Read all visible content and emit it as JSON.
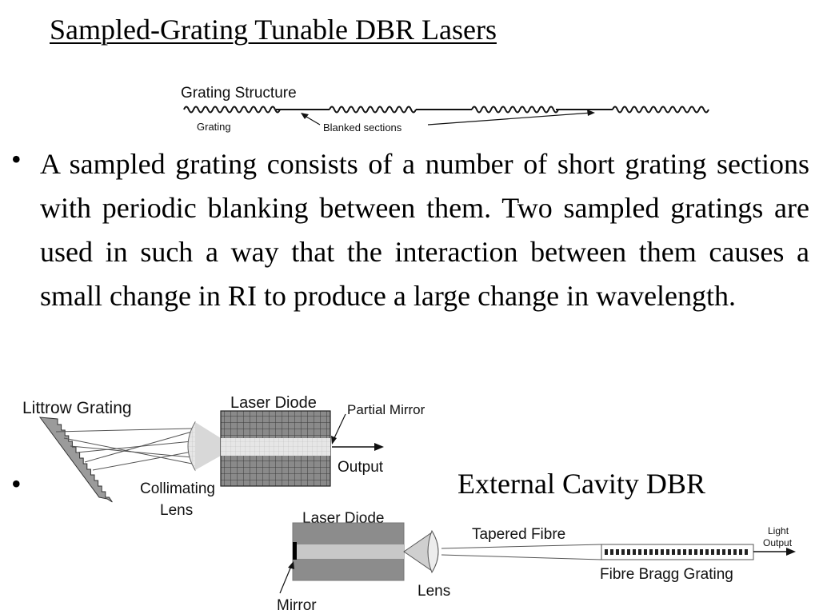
{
  "title": "Sampled-Grating Tunable DBR Lasers",
  "bullet_symbol": "•",
  "paragraph": "A sampled grating consists of a number of short grating sections with periodic blanking between them. Two sampled gratings are used in such a way that the interaction between them causes a small change in RI to produce a large change in wavelength.",
  "second_bullet_text": "External Cavity DBR",
  "grating_diagram": {
    "heading": "Grating Structure",
    "grating_label": "Grating",
    "blanked_label": "Blanked sections"
  },
  "littrow_diagram": {
    "grating_label": "Littrow Grating",
    "laser_label": "Laser Diode",
    "mirror_label": "Partial Mirror",
    "output_label": "Output",
    "lens_label_1": "Collimating",
    "lens_label_2": "Lens"
  },
  "fibre_diagram": {
    "laser_label": "Laser Diode",
    "fibre_label": "Tapered Fibre",
    "output_label_1": "Light",
    "output_label_2": "Output",
    "fbg_label": "Fibre Bragg Grating",
    "lens_label": "Lens",
    "mirror_label": "Mirror"
  }
}
